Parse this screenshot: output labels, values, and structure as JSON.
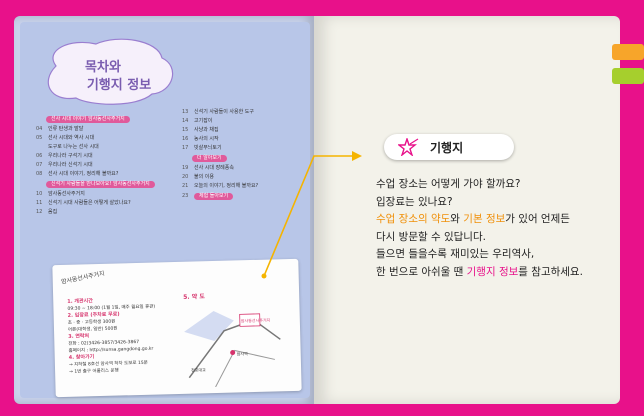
{
  "left": {
    "title_line1": "목차와",
    "title_line2": "기행지 정보",
    "toc_col1": [
      {
        "type": "section",
        "text": "선사 시대 이야기 암사동선사주거지"
      },
      {
        "type": "item",
        "num": "04",
        "text": "인류 탄생과 발달"
      },
      {
        "type": "item",
        "num": "05",
        "text": "선사 시대와 역사 시대"
      },
      {
        "type": "item",
        "num": "",
        "text": "도구로 나누는 선사 시대"
      },
      {
        "type": "item",
        "num": "06",
        "text": "우리나라 구석기 시대"
      },
      {
        "type": "item",
        "num": "07",
        "text": "우리나라 신석기 시대"
      },
      {
        "type": "item",
        "num": "08",
        "text": "선사 시대 이야기, 정리해 볼까요?"
      },
      {
        "type": "section",
        "text": "신석기 사람들을 만나보아요! 암사동선사주거지"
      },
      {
        "type": "item",
        "num": "10",
        "text": "암사동선사주거지"
      },
      {
        "type": "item",
        "num": "11",
        "text": "신석기 시대 사람들은 어떻게 살았나요?"
      },
      {
        "type": "item",
        "num": "12",
        "text": "움집"
      }
    ],
    "toc_col2": [
      {
        "type": "item",
        "num": "13",
        "text": "신석기 사람들이 사용한 도구"
      },
      {
        "type": "item",
        "num": "14",
        "text": "고기잡이"
      },
      {
        "type": "item",
        "num": "15",
        "text": "사냥과 채집"
      },
      {
        "type": "item",
        "num": "16",
        "text": "농사의 시작"
      },
      {
        "type": "item",
        "num": "17",
        "text": "빗살무늬토기"
      },
      {
        "type": "section",
        "text": "더 알아보기"
      },
      {
        "type": "item",
        "num": "19",
        "text": "선사 시대 장례풍속"
      },
      {
        "type": "item",
        "num": "20",
        "text": "불의 이용"
      },
      {
        "type": "item",
        "num": "21",
        "text": "오늘의 이야기, 정리해 볼까요?"
      },
      {
        "type": "section",
        "text": "체험 돌아보기"
      }
    ],
    "toc_col2_num23": "23",
    "map_card": {
      "title": "암사동선사주거지",
      "info_lines": [
        {
          "h": true,
          "text": "1. 개관시간"
        },
        {
          "h": false,
          "text": "09:30 ~ 18:00 (1월 1일, 매주 월요일 휴관)"
        },
        {
          "h": true,
          "text": "2. 입장료 (주차료 무료)"
        },
        {
          "h": false,
          "text": "초 · 중 · 고등학생 300원"
        },
        {
          "h": false,
          "text": "어른(대학생, 일반) 500원"
        },
        {
          "h": true,
          "text": "3. 연락처"
        },
        {
          "h": false,
          "text": "전화 : 02)3426-3857/3426-3867"
        },
        {
          "h": false,
          "text": "홈페이지 : http://sunsa.gangdong.go.kr"
        },
        {
          "h": true,
          "text": "4. 찾아가기"
        },
        {
          "h": false,
          "text": "→ 지하철 8호선 암사역 하차 도보로 15분"
        },
        {
          "h": false,
          "text": "→ 1번 출구 어울리스 운행"
        }
      ],
      "map_heading": "5. 약 도",
      "map_labels": {
        "site": "암사동선사주거지",
        "station": "암사역",
        "bridge": "천호대교"
      }
    }
  },
  "right": {
    "heading": "기행지",
    "lines": [
      [
        {
          "t": "수업 장소는 어떻게 가야 할까요?",
          "c": ""
        }
      ],
      [
        {
          "t": "입장료는 있나요?",
          "c": ""
        }
      ],
      [
        {
          "t": "수업 장소의 약도",
          "c": "orange"
        },
        {
          "t": "와 ",
          "c": ""
        },
        {
          "t": "기본 정보",
          "c": "orange"
        },
        {
          "t": "가 있어 언제든",
          "c": ""
        }
      ],
      [
        {
          "t": "다시 방문할 수 있답니다.",
          "c": ""
        }
      ],
      [
        {
          "t": "들으면 들을수록 재미있는 우리역사,",
          "c": ""
        }
      ],
      [
        {
          "t": "한 번으로 아쉬울 땐 ",
          "c": ""
        },
        {
          "t": "기행지 정보",
          "c": "pink"
        },
        {
          "t": "를 참고하세요.",
          "c": ""
        }
      ]
    ]
  },
  "colors": {
    "frame": "#e8118a",
    "left_page": "#b8c6e8",
    "right_page": "#f3f2ea",
    "tab_orange": "#f7a52a",
    "tab_green": "#a6cf2d",
    "arrow": "#f5b400"
  }
}
